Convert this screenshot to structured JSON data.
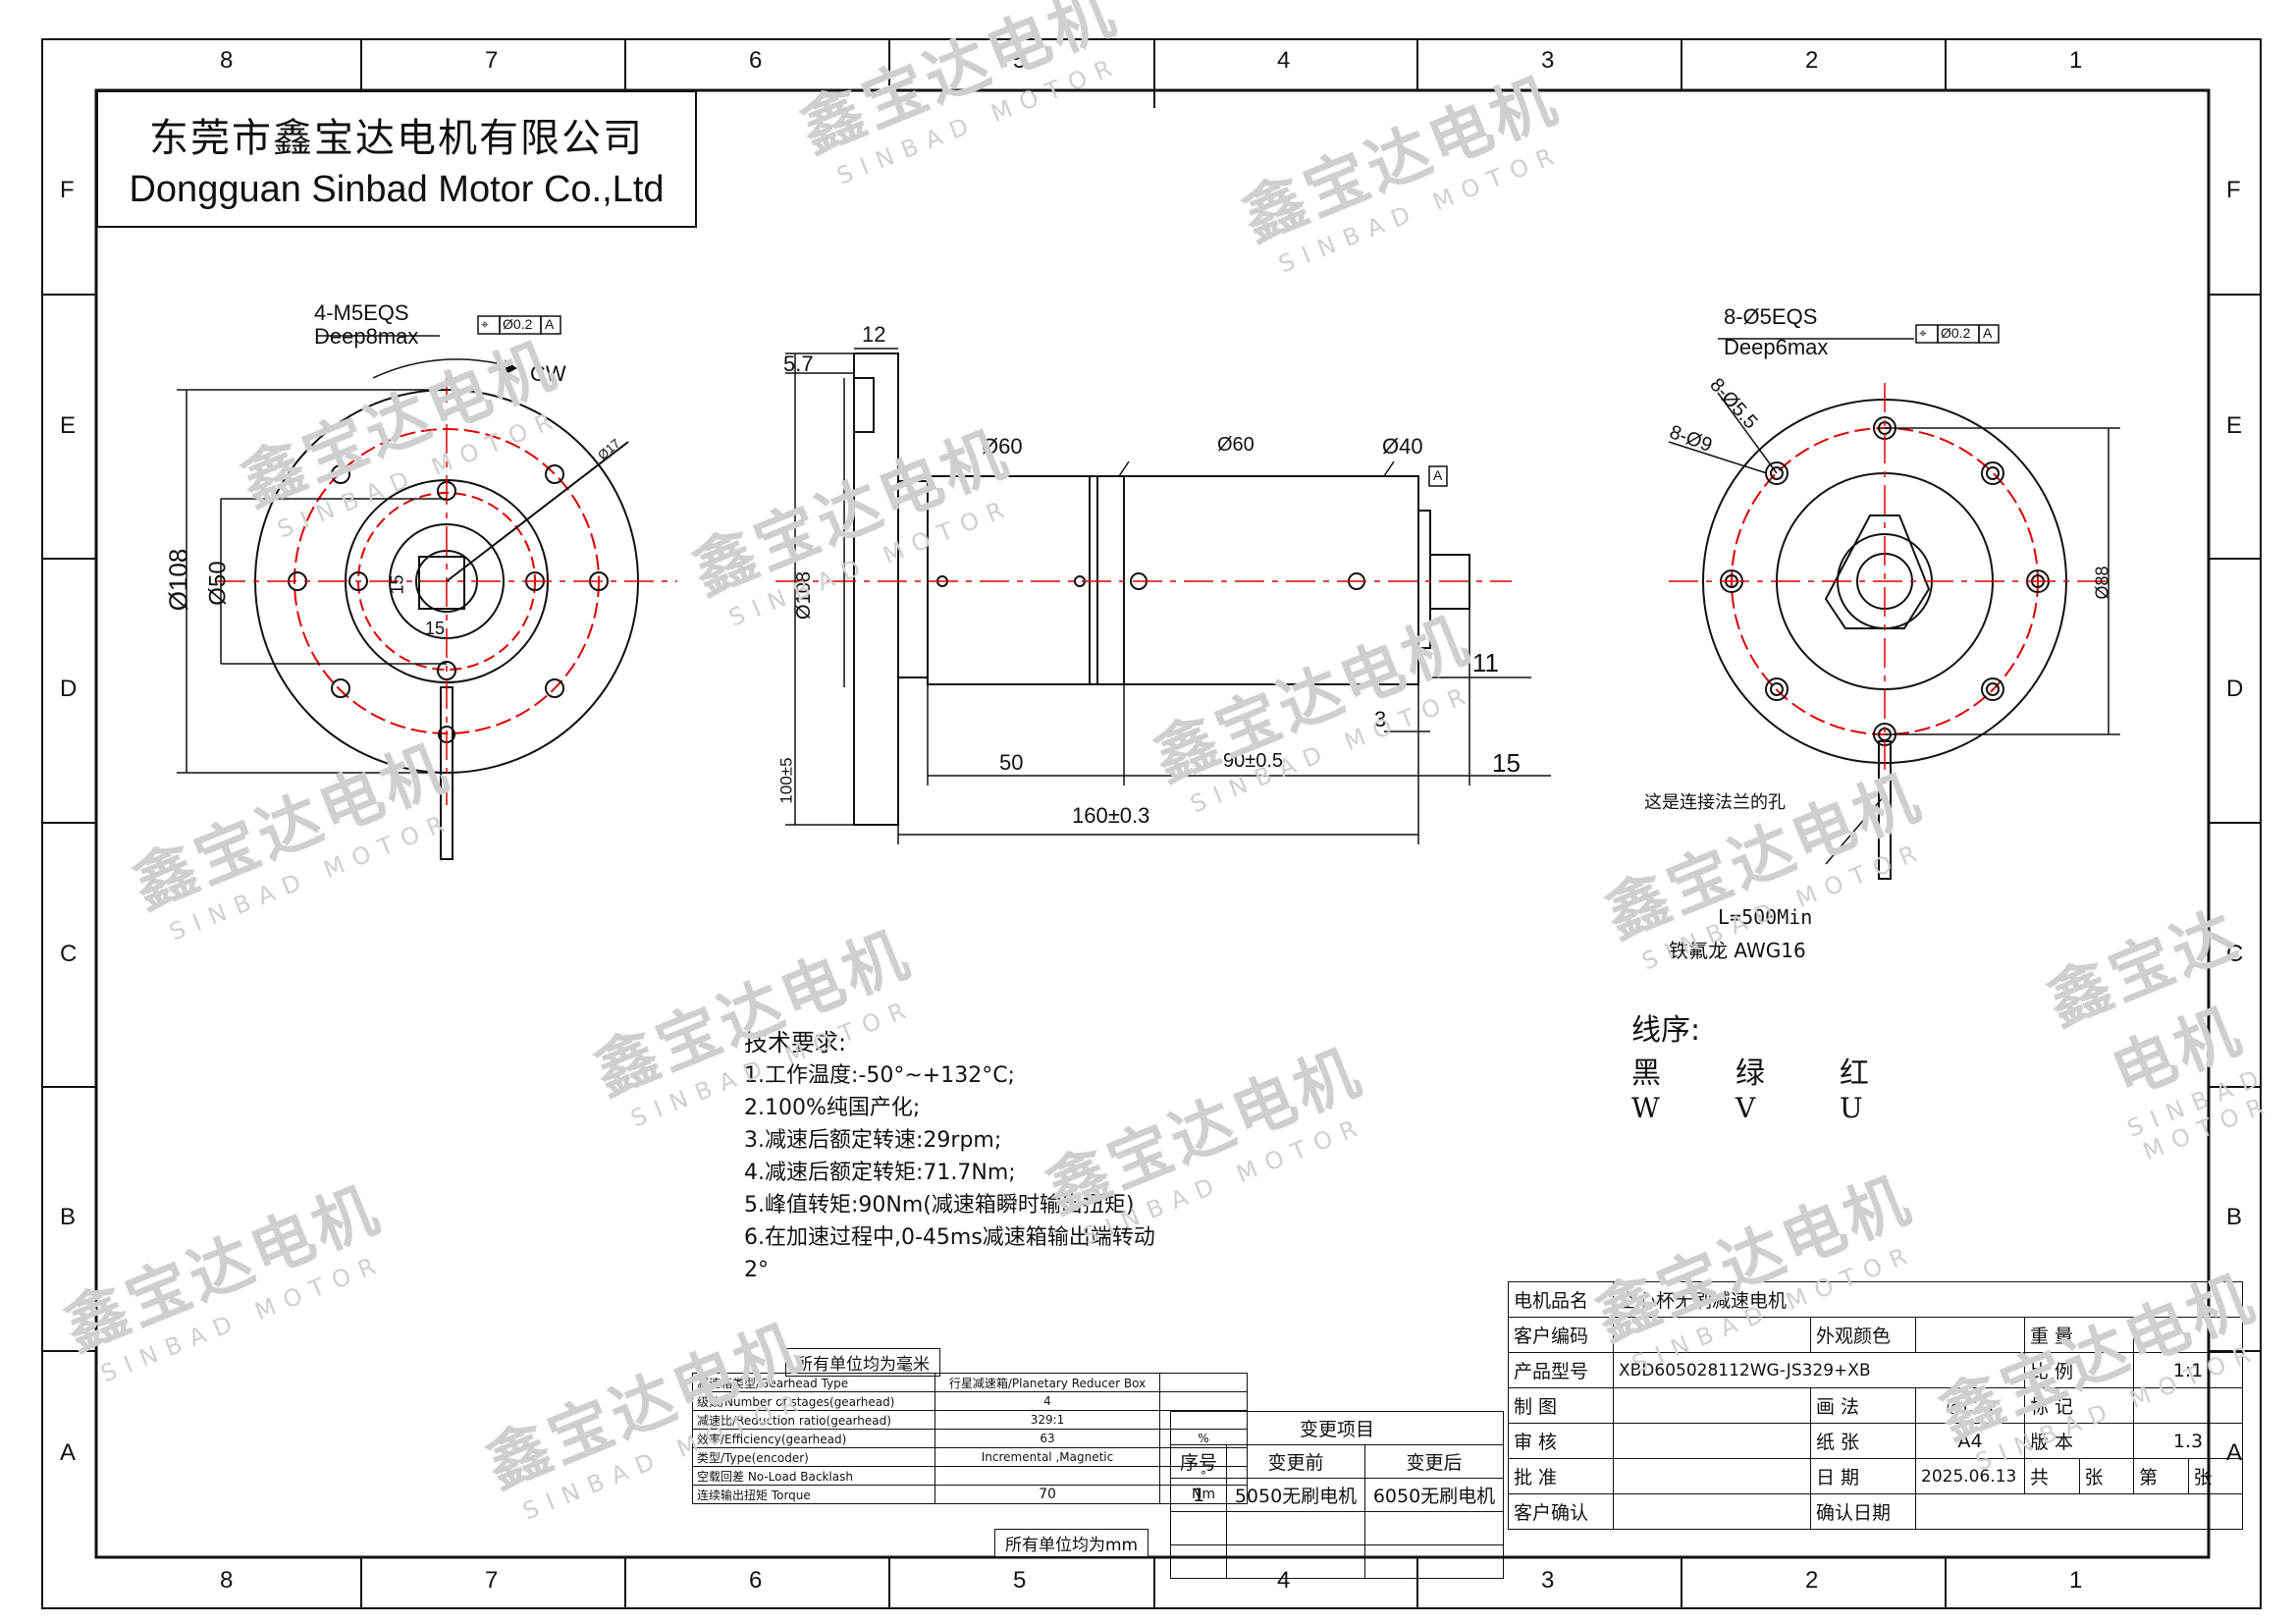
{
  "border": {
    "columns": [
      "8",
      "7",
      "6",
      "5",
      "4",
      "3",
      "2",
      "1"
    ],
    "rows": [
      "F",
      "E",
      "D",
      "C",
      "B",
      "A"
    ]
  },
  "company": {
    "name_zh": "东莞市鑫宝达电机有限公司",
    "name_en": "Dongguan Sinbad Motor Co.,Ltd"
  },
  "watermark": {
    "zh": "鑫宝达电机",
    "en": "SINBAD MOTOR"
  },
  "front_view": {
    "hole_spec": "4-M5EQS",
    "hole_depth": "Deep8max",
    "tolerance_frame": [
      "⌖",
      "Ø0.2",
      "A"
    ],
    "rotation": "CW",
    "dia_outer": "Ø108",
    "dia_inner": "Ø50",
    "dia_bore": "Ø17",
    "key_w": "15",
    "key_h": "15"
  },
  "side_view": {
    "d_5_7": "5.7",
    "d_12": "12",
    "d_60a": "Ø60",
    "d_60b": "Ø60",
    "d_40": "Ø40",
    "datum": "A",
    "d_108": "Ø108",
    "d_11": "11",
    "d_3": "3",
    "d_50": "50",
    "d_90": "90±0.5",
    "d_15": "15",
    "d_160": "160±0.3",
    "d_100": "100±5"
  },
  "rear_view": {
    "hole_spec": "8-Ø5EQS",
    "hole_depth": "Deep6max",
    "tolerance_frame": [
      "⌖",
      "Ø0.2",
      "A"
    ],
    "d_55": "8-Ø5.5",
    "d_9": "8-Ø9",
    "d_88": "Ø88",
    "flange_note": "这是连接法兰的孔",
    "lead_len": "L=500Min",
    "lead_type": "铁氟龙 AWG16"
  },
  "tech_req": {
    "title": "技术要求:",
    "items": [
      "1.工作温度:-50°~+132°C;",
      "2.100%纯国产化;",
      "3.减速后额定转速:29rpm;",
      "4.减速后额定转矩:71.7Nm;",
      "5.峰值转矩:90Nm(减速箱瞬时输出扭矩)",
      "6.在加速过程中,0-45ms减速箱输出端转动2°"
    ]
  },
  "wiring": {
    "title": "线序:",
    "colors": [
      "黑",
      "绿",
      "红"
    ],
    "phases": [
      "W",
      "V",
      "U"
    ]
  },
  "units_top": "所有单位均为毫米",
  "units_bottom": "所有单位均为mm",
  "spec_table": [
    [
      "减速箱类型/Gearhead Type",
      "行星减速箱/Planetary Reducer Box",
      ""
    ],
    [
      "级数/Number of stages(gearhead)",
      "4",
      ""
    ],
    [
      "减速比/Reduction ratio(gearhead)",
      "329:1",
      ""
    ],
    [
      "效率/Efficiency(gearhead)",
      "63",
      "%"
    ],
    [
      "类型/Type(encoder)",
      "Incremental ,Magnetic",
      ""
    ],
    [
      "空载回差 No-Load Backlash",
      "",
      "°"
    ],
    [
      "连续输出扭矩 Torque",
      "70",
      "Nm"
    ]
  ],
  "change_table": {
    "title": "变更项目",
    "headers": [
      "序号",
      "变更前",
      "变更后"
    ],
    "rows": [
      [
        "1",
        "5050无刷电机",
        "6050无刷电机"
      ]
    ]
  },
  "title_block": {
    "l_name": "电机品名",
    "v_name": "空心杯无刷减速电机",
    "l_code": "客户编码",
    "l_color": "外观颜色",
    "l_weight": "重 量",
    "l_model": "产品型号",
    "v_model": "XBD605028112WG-JS329+XB",
    "l_scale": "比 例",
    "v_scale": "1:1",
    "l_draw": "制 图",
    "l_method": "画 法",
    "l_mark": "标 记",
    "l_check": "审 核",
    "l_paper": "纸 张",
    "v_paper": "A4",
    "l_version": "版 本",
    "v_version": "1.3",
    "l_approve": "批 准",
    "l_date": "日 期",
    "v_date": "2025.06.13",
    "l_total": "共",
    "l_sheets": "张",
    "l_page": "第",
    "l_sheet2": "张",
    "l_confirm": "客户确认",
    "l_confirm_date": "确认日期"
  }
}
